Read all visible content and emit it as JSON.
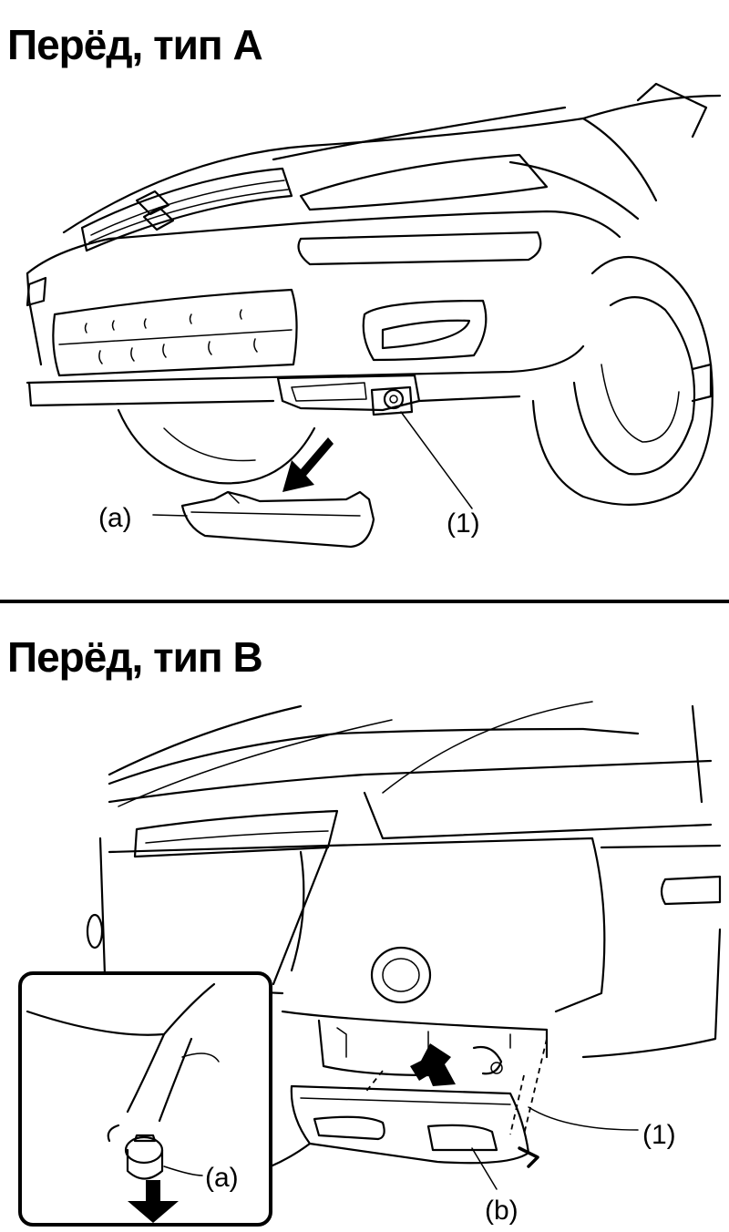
{
  "figure_a": {
    "title": "Перёд, тип A",
    "callouts": {
      "part_a": "(a)",
      "part_1": "(1)"
    }
  },
  "figure_b": {
    "title": "Перёд, тип B",
    "callouts": {
      "part_a": "(a)",
      "part_b": "(b)",
      "part_1": "(1)"
    }
  }
}
